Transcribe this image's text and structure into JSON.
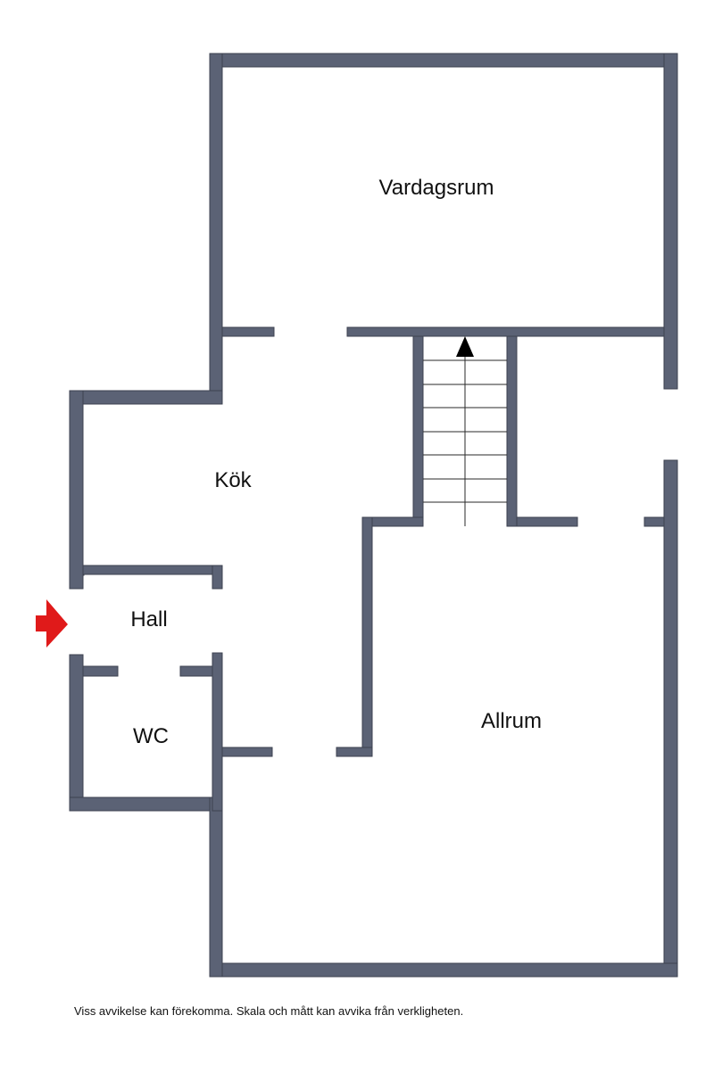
{
  "rooms": {
    "vardagsrum": "Vardagsrum",
    "kok": "Kök",
    "hall": "Hall",
    "wc": "WC",
    "allrum": "Allrum"
  },
  "entrance_icon": "red-arrow-right",
  "stair_direction_icon": "arrow-up",
  "colors": {
    "wall": "#5b6275",
    "entrance": "#e01a1a"
  },
  "disclaimer": "Viss avvikelse kan förekomma. Skala och mått kan avvika från verkligheten."
}
